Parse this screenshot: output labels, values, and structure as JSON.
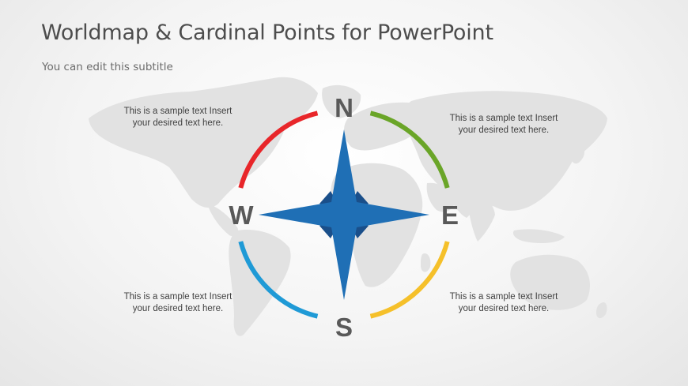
{
  "slide": {
    "title": "Worldmap & Cardinal Points for PowerPoint",
    "subtitle": "You can edit this subtitle"
  },
  "compass": {
    "north": "N",
    "east": "E",
    "south": "S",
    "west": "W",
    "star_color": "#1f6fb5",
    "star_inner_color": "#1a4f8a"
  },
  "arcs": {
    "north_west_color": "#e8262a",
    "north_east_color": "#6aa528",
    "south_east_color": "#f5c02a",
    "south_west_color": "#1f9ad6"
  },
  "notes": {
    "top_left": {
      "line1": "This is a sample text Insert",
      "line2": "your desired text here."
    },
    "top_right": {
      "line1": "This is a sample text Insert",
      "line2": "your desired text here."
    },
    "bottom_left": {
      "line1": "This is a sample text Insert",
      "line2": "your desired text here."
    },
    "bottom_right": {
      "line1": "This is a sample text Insert",
      "line2": "your desired text here."
    }
  },
  "map_color": "#e2e2e2"
}
